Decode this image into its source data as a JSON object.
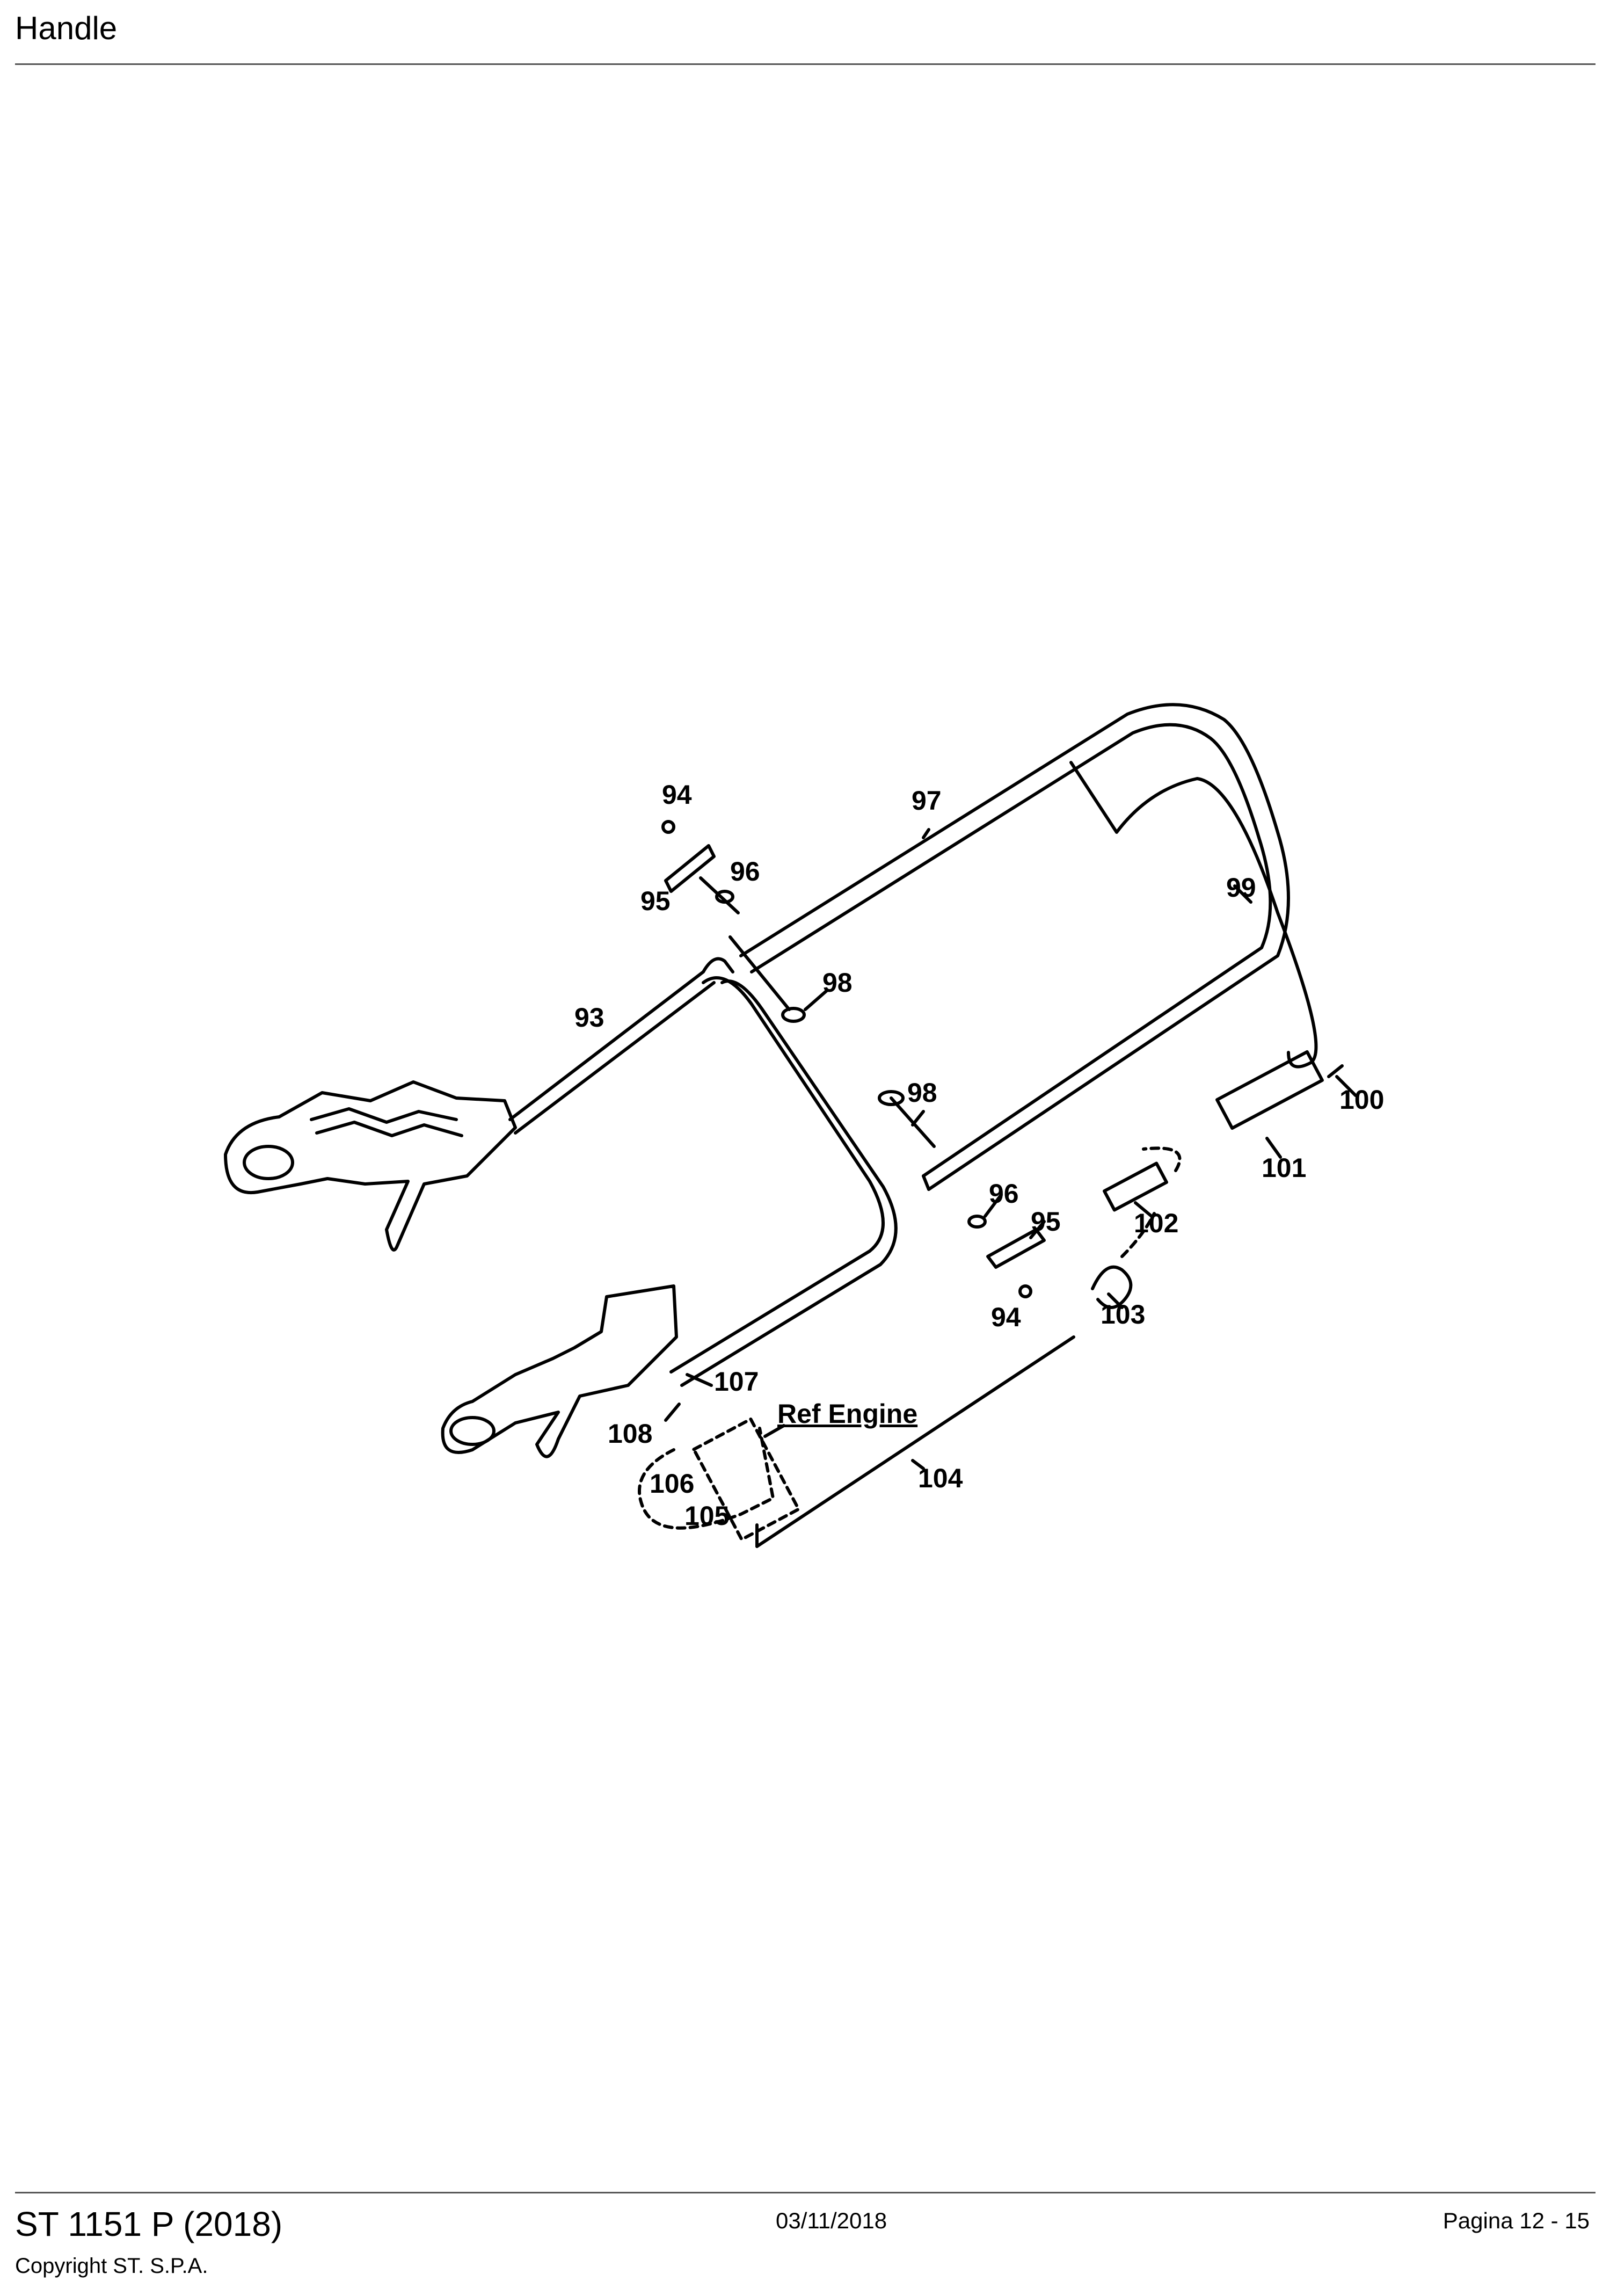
{
  "header": {
    "title": "Handle"
  },
  "callouts": {
    "c93": "93",
    "c94a": "94",
    "c95a": "95",
    "c96a": "96",
    "c97": "97",
    "c98a": "98",
    "c99": "99",
    "c98b": "98",
    "c100": "100",
    "c101": "101",
    "c96b": "96",
    "c95b": "95",
    "c102": "102",
    "c103": "103",
    "c94b": "94",
    "c107": "107",
    "c108": "108",
    "c106": "106",
    "c105": "105",
    "c104": "104",
    "ref_engine": "Ref Engine"
  },
  "footer": {
    "model": "ST 1151 P (2018)",
    "copyright": "Copyright ST. S.P.A.",
    "date": "03/11/2018",
    "page": "Pagina 12 - 15"
  }
}
